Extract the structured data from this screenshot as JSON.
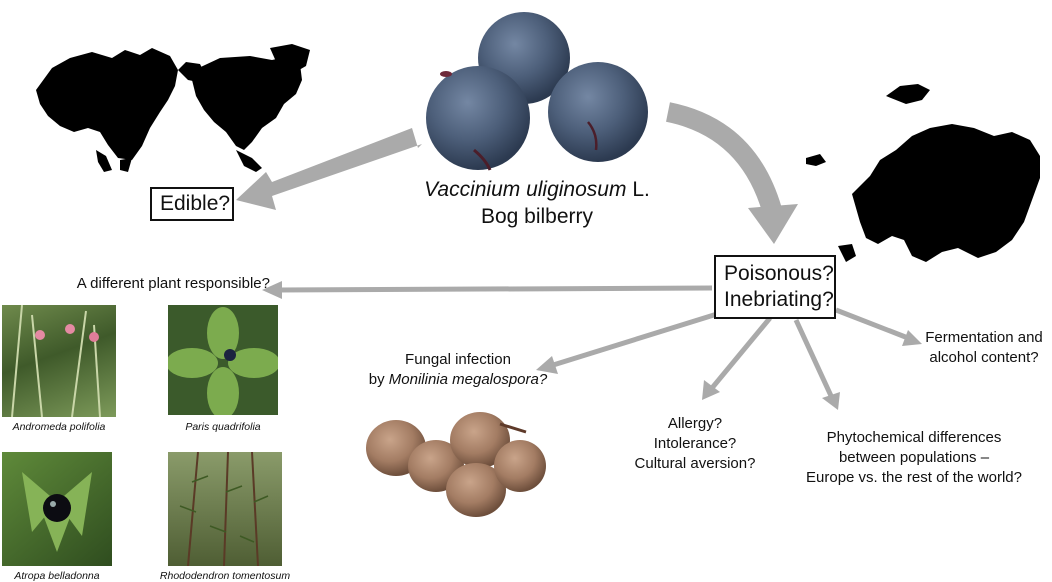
{
  "species": {
    "latin": "Vaccinium uliginosum",
    "authority": "L.",
    "common": "Bog bilberry"
  },
  "edible_box": "Edible?",
  "poison_box": {
    "line1": "Poisonous?",
    "line2": "Inebriating?"
  },
  "different_plant": "A different plant responsible?",
  "fungal": {
    "line1": "Fungal infection",
    "prefix": "by ",
    "species": "Monilinia megalospora?"
  },
  "allergy": [
    "Allergy?",
    "Intolerance?",
    "Cultural aversion?"
  ],
  "phyto": [
    "Phytochemical differences",
    "between populations –",
    "Europe vs. the rest of the world?"
  ],
  "fermentation": [
    "Fermentation and",
    "alcohol content?"
  ],
  "plant_captions": {
    "andromeda": "Andromeda polifolia",
    "paris": "Paris quadrifolia",
    "atropa": "Atropa belladonna",
    "rhododendron": "Rhododendron tomentosum"
  },
  "colors": {
    "arrow": "#aaaaaa",
    "map": "#000000",
    "berry": "#4a5a72",
    "box_border": "#111111"
  },
  "icons": [
    "world-map-silhouette",
    "europe-map-silhouette",
    "blueberry-photo",
    "infected-berry-photo"
  ]
}
